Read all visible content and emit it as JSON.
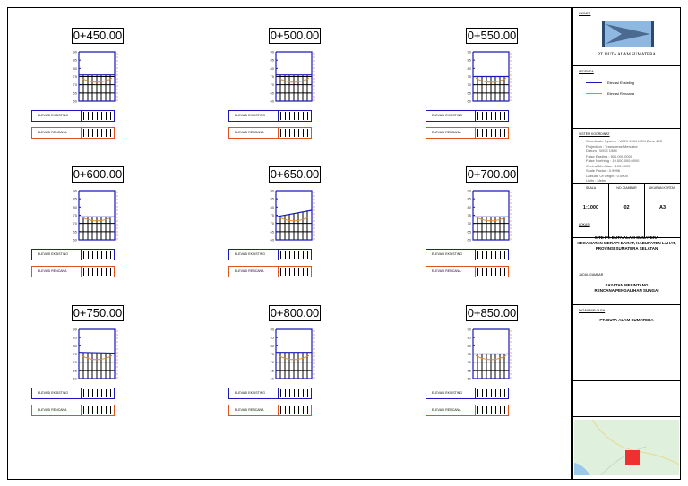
{
  "sections": [
    {
      "station": "0+450.00",
      "existing": [
        76,
        76
      ]
    },
    {
      "station": "0+500.00",
      "existing": [
        76,
        76
      ]
    },
    {
      "station": "0+550.00",
      "existing": [
        75,
        75
      ]
    },
    {
      "station": "0+600.00",
      "existing": [
        74,
        74
      ]
    },
    {
      "station": "0+650.00",
      "existing": [
        74,
        78
      ]
    },
    {
      "station": "0+700.00",
      "existing": [
        74,
        74
      ]
    },
    {
      "station": "0+750.00",
      "existing": [
        76,
        75.5
      ]
    },
    {
      "station": "0+800.00",
      "existing": [
        76,
        76
      ]
    },
    {
      "station": "0+850.00",
      "existing": [
        75,
        75
      ]
    }
  ],
  "y_ticks": [
    "90",
    "85",
    "80",
    "75",
    "70",
    "65",
    "60"
  ],
  "row_labels": {
    "existing": "ELEVASI EKSISTING",
    "design": "ELEVASI RENCANA"
  },
  "colors": {
    "existing": "#1a1ab8",
    "design": "#d98a2a",
    "design_row": "#e0531c",
    "location_marker": "#f03030"
  },
  "title_block": {
    "owner_label": "OWNER",
    "owner_name": "PT. DUTA ALAM SUMATERA",
    "legend_label": "LEGENDA",
    "legend": [
      "Elevasi Eksisting",
      "Elevasi Rencana"
    ],
    "coord_label": "SISTEM KOORDINAT",
    "coord_lines": [
      "Coordinate System : WGS 1984 UTM Zone 48S",
      "Projection : Transverse Mercator",
      "Datum : WGS 1984",
      "False Easting : 500.000,0000",
      "False Northing : 10.000.000,0000",
      "Central Meridian : 105.0000",
      "Scale Factor : 0.9996",
      "Latitude Of Origin : 0.0000",
      "Units : Meter"
    ],
    "scale_label": "SKALA",
    "scale": "1:1000",
    "sheet_no_label": "NO. GAMBAR",
    "sheet_no": "02",
    "paper_label": "UKURAN KERTAS",
    "paper": "A3",
    "location_label": "LOKASI",
    "location": [
      "SITE PT. DUTA ALAM SUMATERA",
      "KECAMATAN MERAPI BARAT, KABUPATEN LAHAT,",
      "PROVINSI SUMATERA SELATAN"
    ],
    "drawing_title_label": "JUDUL GAMBAR",
    "drawing_title": [
      "SAYATAN MELINTANG",
      "RENCANA PENGALIHAN SUNGAI"
    ],
    "drawn_by_label": "DIGAMBAR OLEH",
    "drawn_by": "PT. DUTA ALAM SUMATERA"
  }
}
